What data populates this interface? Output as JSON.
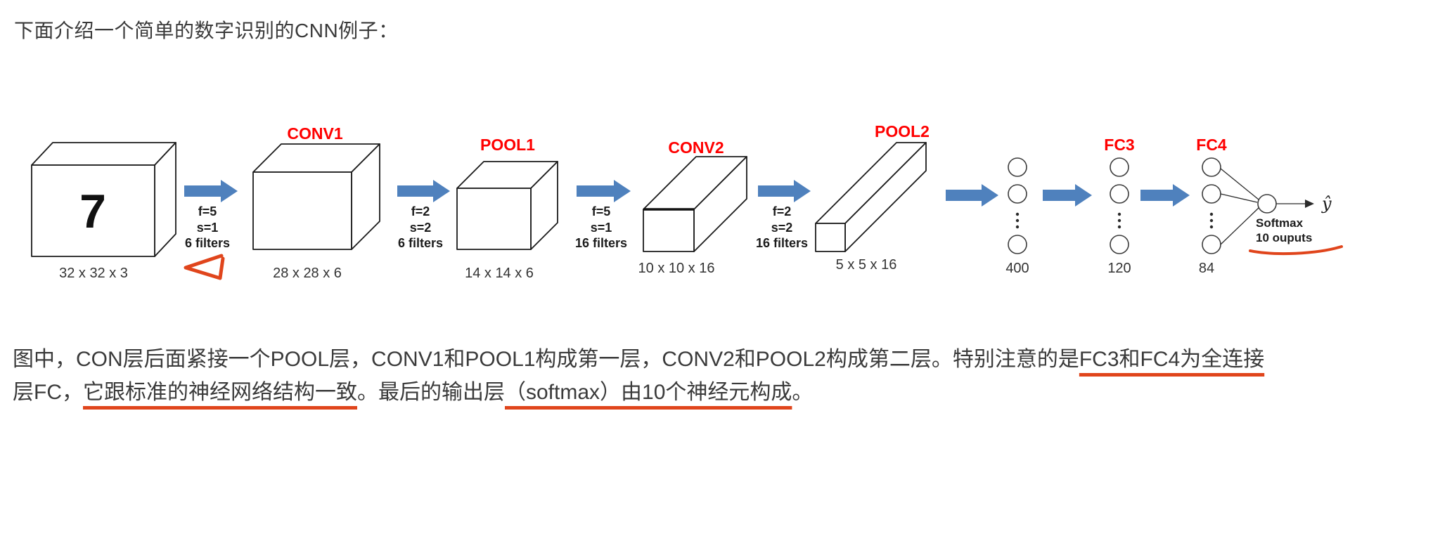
{
  "intro_text": "下面介绍一个简单的数字识别的CNN例子：",
  "diagram": {
    "colors": {
      "arrow": "#4f81bd",
      "label": "#ff0000",
      "annotation": "#e0451c"
    },
    "input": {
      "digit": "7",
      "dims": "32 x 32 x 3"
    },
    "conv1": {
      "label": "CONV1",
      "dims": "28 x 28 x 6"
    },
    "pool1": {
      "label": "POOL1",
      "dims": "14 x 14 x 6"
    },
    "conv2": {
      "label": "CONV2",
      "dims": "10 x 10 x 16"
    },
    "pool2": {
      "label": "POOL2",
      "dims": "5 x 5 x 16"
    },
    "arrows": [
      {
        "f": "f=5",
        "s": "s=1",
        "filters": "6 filters"
      },
      {
        "f": "f=2",
        "s": "s=2",
        "filters": "6 filters"
      },
      {
        "f": "f=5",
        "s": "s=1",
        "filters": "16 filters"
      },
      {
        "f": "f=2",
        "s": "s=2",
        "filters": "16 filters"
      }
    ],
    "fc_input": {
      "count": "400"
    },
    "fc3": {
      "label": "FC3",
      "count": "120"
    },
    "fc4": {
      "label": "FC4",
      "count": "84"
    },
    "output": {
      "softmax": "Softmax",
      "outputs": "10 ouputs",
      "yhat": "ŷ"
    }
  },
  "paragraph": {
    "line1_normal": "图中，CON层后面紧接一个POOL层，CONV1和POOL1构成第一层，CONV2和POOL2构成第二层。特别注意的是",
    "line1_underlined": "FC3和FC4为全连接",
    "line2_seg1": "层FC，",
    "line2_underlined1": "它跟标准的神经网络结构一致",
    "line2_seg2": "。最后的输出层",
    "line2_underlined2": "（softmax）由10个神经元构成",
    "line2_seg3": "。"
  }
}
